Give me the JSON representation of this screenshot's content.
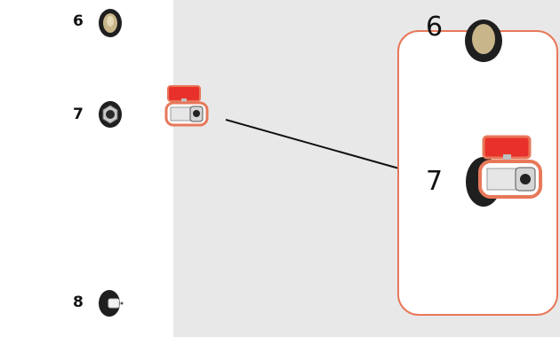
{
  "ports": [
    {
      "label": "6",
      "icon": "brass-port-icon"
    },
    {
      "label": "7",
      "icon": "hex-port-icon"
    },
    {
      "label": "8",
      "icon": "push-fit-port-icon"
    }
  ],
  "selected_part": {
    "label": "7",
    "icon": "ball-valve-icon"
  },
  "zoom_panel": {
    "label": "7",
    "partial_label": "6"
  },
  "colors": {
    "highlight": "#e8785a",
    "valve_handle": "#e8312a",
    "panel_bg": "#ffffff",
    "background": "#e8e8e8"
  }
}
